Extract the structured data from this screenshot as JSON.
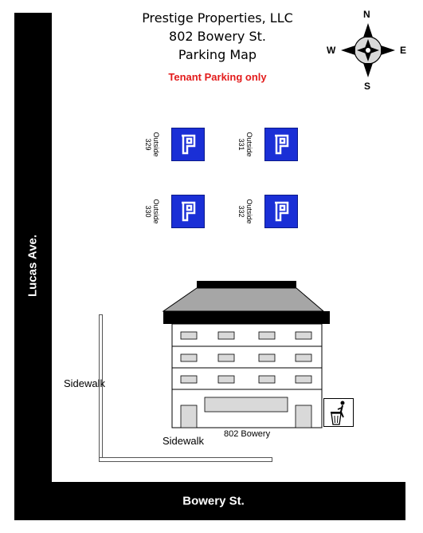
{
  "header": {
    "company": "Prestige Properties, LLC",
    "address": "802 Bowery St.",
    "map_title": "Parking Map",
    "tenant_note": "Tenant Parking only",
    "tenant_note_color": "#e31b1b"
  },
  "compass": {
    "north": "N",
    "south": "S",
    "east": "E",
    "west": "W"
  },
  "streets": {
    "left": "Lucas Ave.",
    "bottom": "Bowery St."
  },
  "parking_spots": [
    {
      "line1": "Outside",
      "line2": "329"
    },
    {
      "line1": "Outside",
      "line2": "331"
    },
    {
      "line1": "Outside",
      "line2": "330"
    },
    {
      "line1": "Outside",
      "line2": "332"
    }
  ],
  "parking_sign_color": "#1a2fd6",
  "sidewalks": {
    "vertical_label": "Sidewalk",
    "horizontal_label": "Sidewalk"
  },
  "building": {
    "label": "802 Bowery"
  },
  "icons": {
    "parking": "parking-sign-icon",
    "trash": "trash-can-icon",
    "compass": "compass-rose-icon"
  }
}
